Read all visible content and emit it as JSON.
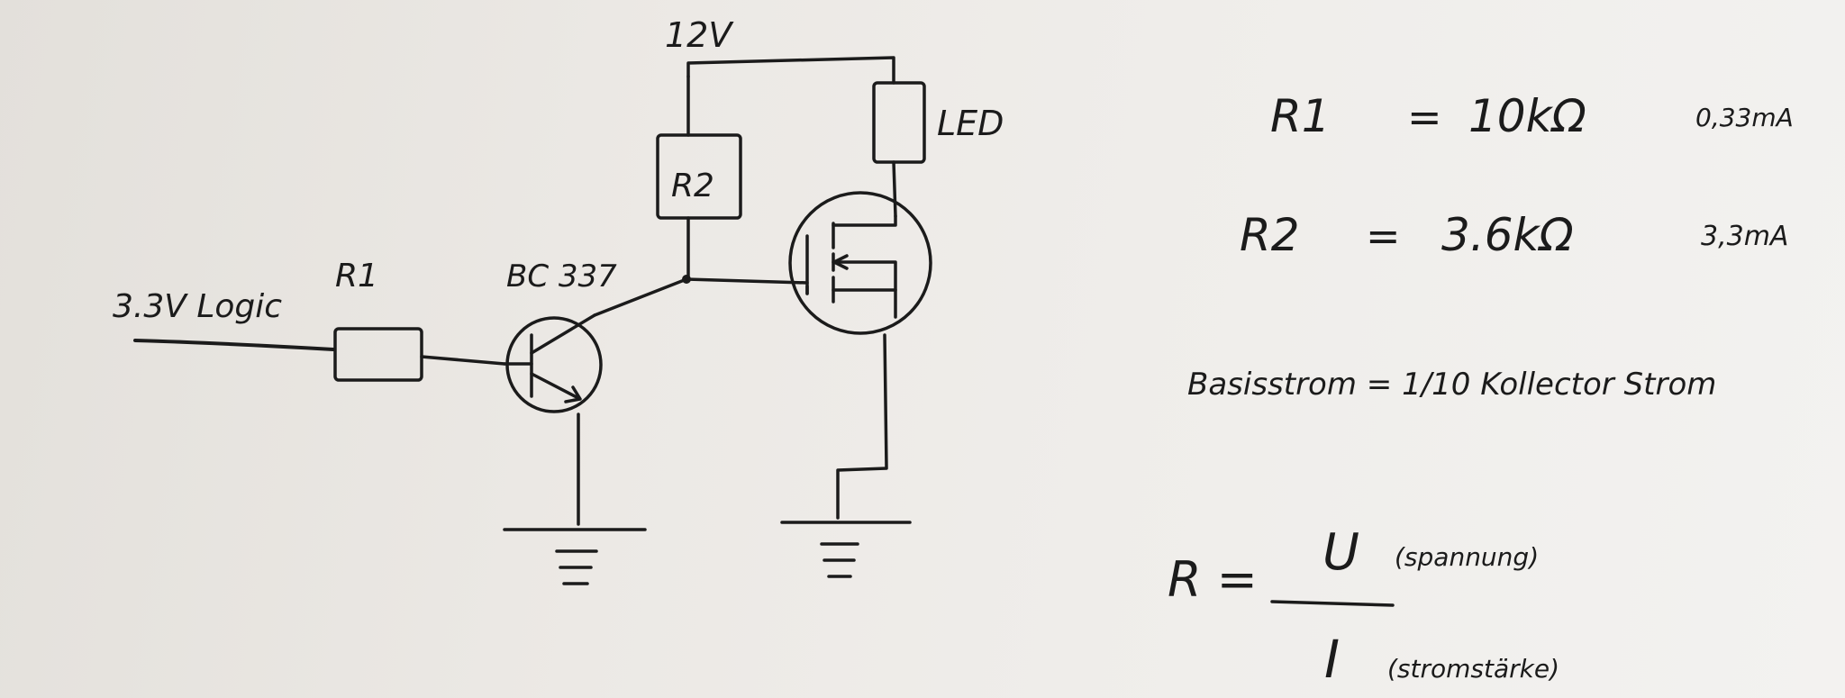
{
  "circuit": {
    "supply_label": "12V",
    "input_label": "3.3V Logic",
    "r1_label": "R1",
    "r2_label": "R2",
    "transistor_label": "BC 337",
    "led_label": "LED"
  },
  "notes": {
    "r1": {
      "name": "R1",
      "eq": "=",
      "value": "10kΩ",
      "current": "0,33mA"
    },
    "r2": {
      "name": "R2",
      "eq": "=",
      "value": "3.6kΩ",
      "current": "3,3mA"
    },
    "base_current": "Basisstrom = 1/10 Kollector Strom",
    "formula": {
      "lhs": "R =",
      "numerator": "U",
      "numerator_note": "(spannung)",
      "denominator": "I",
      "denominator_note": "(stromstärke)"
    }
  },
  "colors": {
    "ink": "#1b1b1b",
    "paper": "#ecebe8"
  }
}
